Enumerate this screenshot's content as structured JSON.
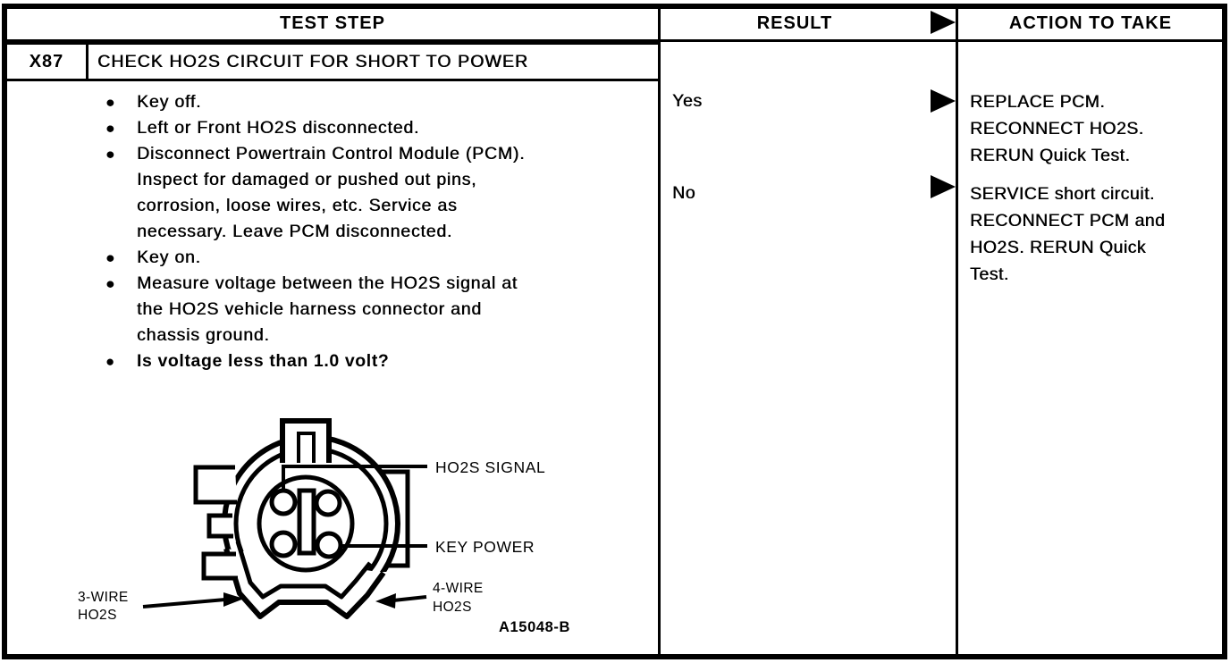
{
  "table": {
    "headers": {
      "test_step": "TEST STEP",
      "result": "RESULT",
      "action": "ACTION TO TAKE"
    },
    "step": {
      "id": "X87",
      "title": "CHECK HO2S CIRCUIT FOR SHORT TO POWER"
    },
    "bullet_glyph": "●",
    "bullets": [
      "Key off.",
      "Left or Front HO2S disconnected.",
      "Disconnect Powertrain Control Module (PCM).\nInspect for damaged or pushed out pins,\ncorrosion, loose wires, etc. Service as\nnecessary. Leave PCM disconnected.",
      "Key on.",
      "Measure voltage between the HO2S signal at\nthe HO2S vehicle harness connector and\nchassis ground.",
      "Is voltage less than 1.0 volt?"
    ],
    "results": [
      {
        "label": "Yes",
        "action": "REPLACE PCM.\nRECONNECT HO2S.\nRERUN Quick Test."
      },
      {
        "label": "No",
        "action": "SERVICE short circuit.\nRECONNECT PCM and\nHO2S. RERUN Quick\nTest."
      }
    ]
  },
  "diagram": {
    "signal_label": "HO2S SIGNAL",
    "key_power_label": "KEY POWER",
    "three_wire_line1": "3-WIRE",
    "three_wire_line2": "HO2S",
    "four_wire_line1": "4-WIRE",
    "four_wire_line2": "HO2S",
    "figure_code": "A15048-B"
  },
  "colors": {
    "ink": "#000000",
    "paper": "#ffffff"
  }
}
